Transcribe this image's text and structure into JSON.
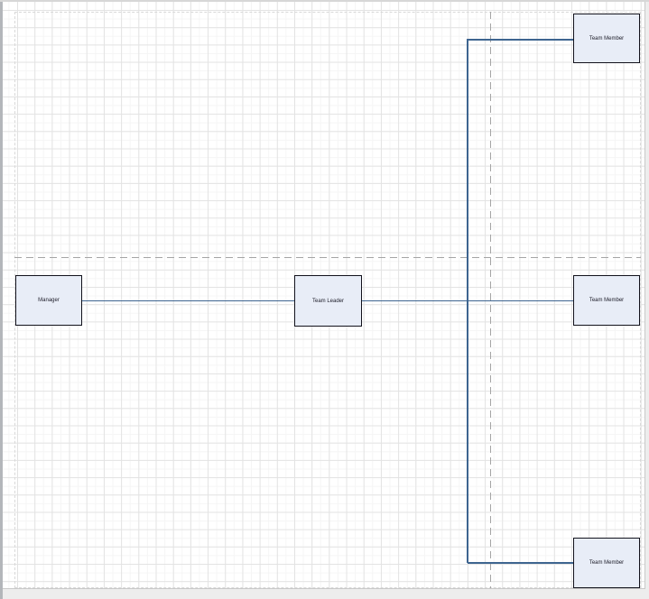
{
  "diagram": {
    "nodes": {
      "manager": {
        "label": "Manager"
      },
      "team_leader": {
        "label": "Team Leader"
      },
      "team_member_top": {
        "label": "Team Member"
      },
      "team_member_middle": {
        "label": "Team Member"
      },
      "team_member_bottom": {
        "label": "Team Member"
      }
    },
    "edges": [
      {
        "from": "Manager",
        "to": "Team Leader"
      },
      {
        "from": "Team Leader",
        "to": "Team Member (top)"
      },
      {
        "from": "Team Leader",
        "to": "Team Member (middle)"
      },
      {
        "from": "Team Leader",
        "to": "Team Member (bottom)"
      }
    ],
    "colors": {
      "node_fill": "#e8edf7",
      "node_border": "#12121c",
      "connector": "#3e6590",
      "grid_major": "#e3e3e3",
      "grid_minor": "#f5f5f5",
      "page_break_dash": "#a5a5a5",
      "page_edge_dash": "#d8d8d8",
      "canvas_background": "#ffffff"
    }
  }
}
